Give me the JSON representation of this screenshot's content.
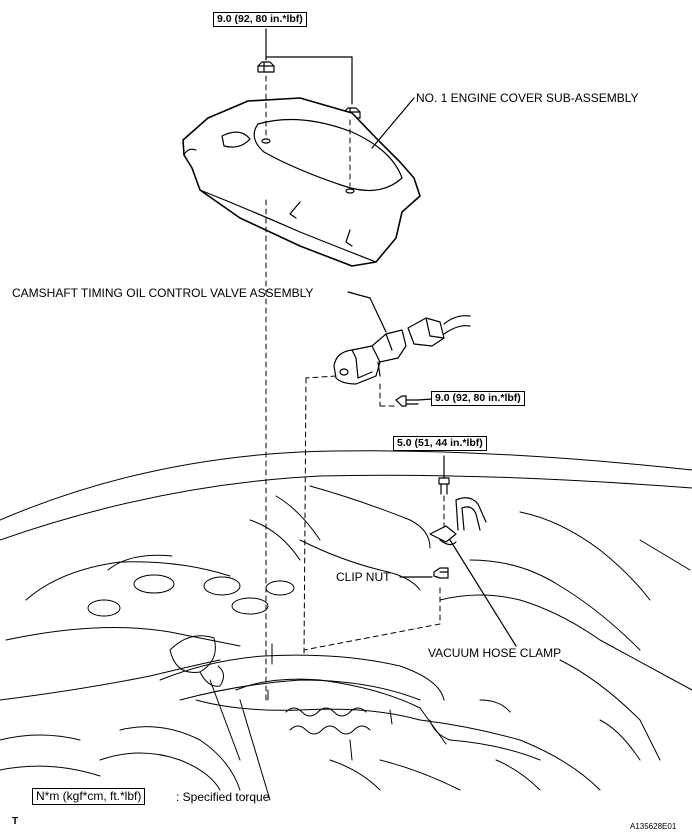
{
  "torque_specs": {
    "engine_cover_nuts": "9.0 (92, 80 in.*lbf)",
    "ocv_bolt": "9.0 (92, 80 in.*lbf)",
    "hose_clamp_bolt": "5.0 (51, 44 in.*lbf)"
  },
  "labels": {
    "engine_cover": "NO. 1 ENGINE COVER SUB-ASSEMBLY",
    "ocv": "CAMSHAFT TIMING OIL CONTROL VALVE ASSEMBLY",
    "clip_nut": "CLIP NUT",
    "vacuum_hose_clamp": "VACUUM HOSE CLAMP"
  },
  "legend": {
    "unit_box": "N*m (kgf*cm, ft.*lbf)",
    "description": ": Specified torque"
  },
  "footer": {
    "corner_mark": "T",
    "figure_id": "A135628E01"
  }
}
